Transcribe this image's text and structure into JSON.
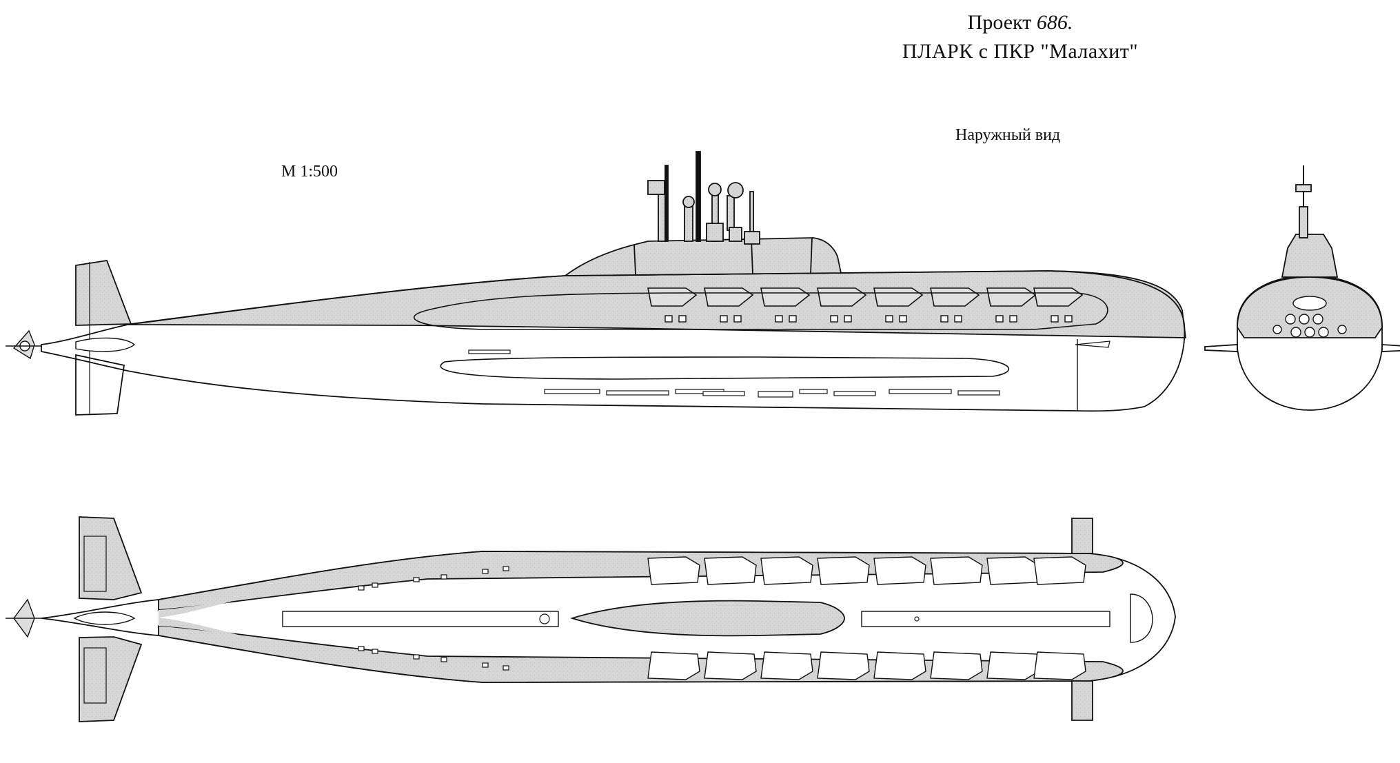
{
  "title": {
    "line1_prefix": "Проект ",
    "line1_number": "686.",
    "line2": "ПЛАРК с ПКР \"Малахит\""
  },
  "view_label": "Наружный вид",
  "scale_label": "М 1:500",
  "colors": {
    "line": "#111111",
    "fill_gray": "#d6d6d6",
    "background": "#ffffff"
  }
}
